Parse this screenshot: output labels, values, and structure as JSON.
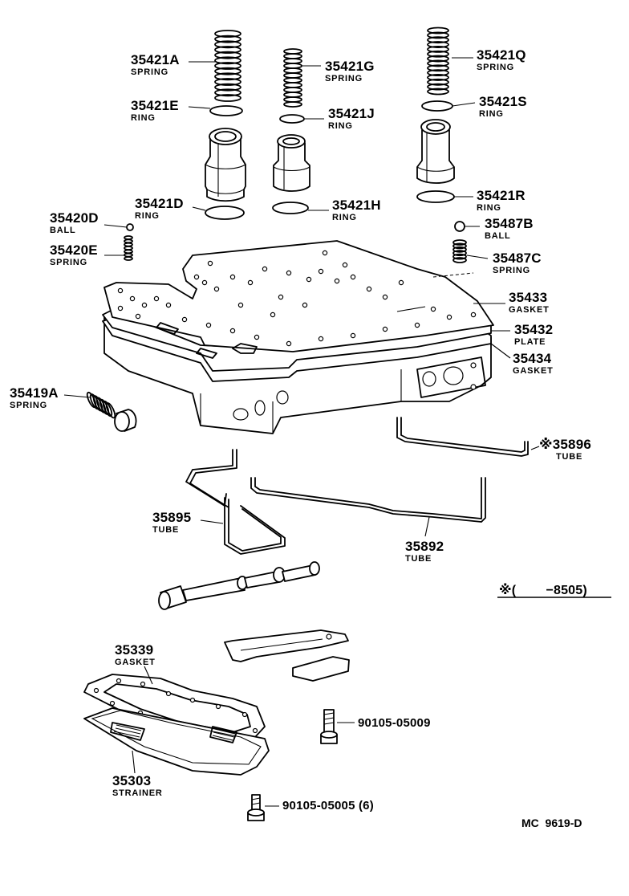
{
  "diagram": {
    "parts": {
      "p35421A": {
        "number": "35421A",
        "name": "SPRING"
      },
      "p35421E": {
        "number": "35421E",
        "name": "RING"
      },
      "p35421D": {
        "number": "35421D",
        "name": "RING"
      },
      "p35421G": {
        "number": "35421G",
        "name": "SPRING"
      },
      "p35421J": {
        "number": "35421J",
        "name": "RING"
      },
      "p35421H": {
        "number": "35421H",
        "name": "RING"
      },
      "p35421Q": {
        "number": "35421Q",
        "name": "SPRING"
      },
      "p35421S": {
        "number": "35421S",
        "name": "RING"
      },
      "p35421R": {
        "number": "35421R",
        "name": "RING"
      },
      "p35420D": {
        "number": "35420D",
        "name": "BALL"
      },
      "p35420E": {
        "number": "35420E",
        "name": "SPRING"
      },
      "p35487B": {
        "number": "35487B",
        "name": "BALL"
      },
      "p35487C": {
        "number": "35487C",
        "name": "SPRING"
      },
      "p35433": {
        "number": "35433",
        "name": "GASKET"
      },
      "p35432": {
        "number": "35432",
        "name": "PLATE"
      },
      "p35434": {
        "number": "35434",
        "name": "GASKET"
      },
      "p35419A": {
        "number": "35419A",
        "name": "SPRING"
      },
      "p35896": {
        "number": "※35896",
        "name": "TUBE"
      },
      "p35895": {
        "number": "35895",
        "name": "TUBE"
      },
      "p35892": {
        "number": "35892",
        "name": "TUBE"
      },
      "p35339": {
        "number": "35339",
        "name": "GASKET"
      },
      "p35303": {
        "number": "35303",
        "name": "STRAINER"
      },
      "p9010505009": {
        "number": "90105-05009",
        "name": ""
      },
      "p9010505005": {
        "number": "90105-05005 (6)",
        "name": ""
      }
    },
    "note": "※(        −8505)",
    "drawing_code": "MC  9619-D"
  }
}
